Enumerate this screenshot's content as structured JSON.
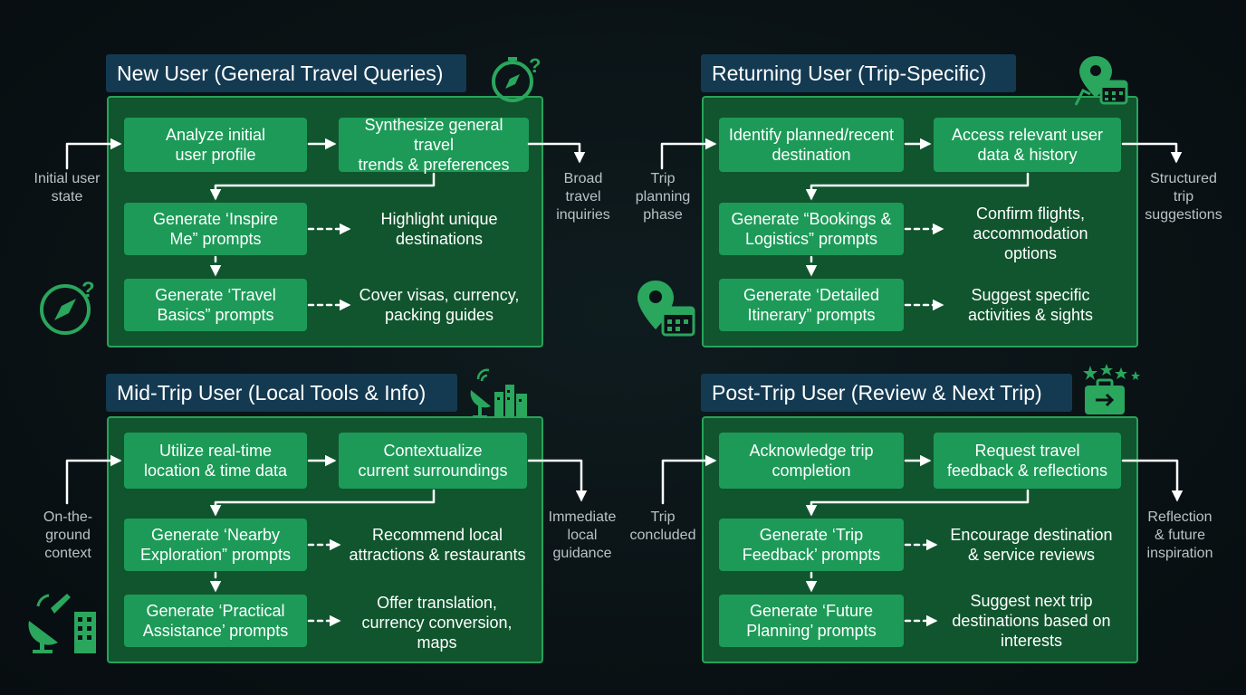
{
  "colors": {
    "background": "#0a1215",
    "title_bg": "#143a52",
    "panel_bg": "#10552e",
    "panel_border": "#28a35a",
    "box_bg": "#1d9a58",
    "arrow": "#ffffff",
    "side_text": "#b9c3c6"
  },
  "panels": {
    "new_user": {
      "title": "New User (General Travel Queries)",
      "input": "Initial user\nstate",
      "output": "Broad\ntravel\ninquiries",
      "step1": "Analyze initial\nuser profile",
      "step2": "Synthesize general travel\ntrends & preferences",
      "step3": "Generate ‘Inspire\nMe” prompts",
      "step3_note": "Highlight unique\ndestinations",
      "step4": "Generate ‘Travel\nBasics” prompts",
      "step4_note": "Cover visas, currency,\npacking guides",
      "icons": [
        "compass-question-icon",
        "compass-question-icon"
      ]
    },
    "returning_user": {
      "title": "Returning User (Trip-Specific)",
      "input": "Trip\nplanning\nphase",
      "output": "Structured\ntrip\nsuggestions",
      "step1": "Identify planned/recent\ndestination",
      "step2": "Access relevant user\ndata & history",
      "step3": "Generate “Bookings &\nLogistics” prompts",
      "step3_note": "Confirm flights,\naccommodation\noptions",
      "step4": "Generate ‘Detailed\nItinerary” prompts",
      "step4_note": "Suggest specific\nactivities & sights",
      "icons": [
        "map-pin-calendar-icon",
        "map-pin-calendar-icon"
      ]
    },
    "mid_trip_user": {
      "title": "Mid-Trip User (Local Tools & Info)",
      "input": "On-the-\nground\ncontext",
      "output": "Immediate\nlocal\nguidance",
      "step1": "Utilize real-time\nlocation & time data",
      "step2": "Contextualize\ncurrent surroundings",
      "step3": "Generate ‘Nearby\nExploration” prompts",
      "step3_note": "Recommend local\nattractions & restaurants",
      "step4": "Generate ‘Practical\nAssistance’ prompts",
      "step4_note": "Offer translation,\ncurrency conversion,\nmaps",
      "icons": [
        "satellite-city-icon",
        "satellite-city-icon"
      ]
    },
    "post_trip_user": {
      "title": "Post-Trip User (Review & Next Trip)",
      "input": "Trip\nconcluded",
      "output": "Reflection\n& future\ninspiration",
      "step1": "Acknowledge trip\ncompletion",
      "step2": "Request travel\nfeedback & reflections",
      "step3": "Generate ‘Trip\nFeedback’ prompts",
      "step3_note": "Encourage destination\n& service reviews",
      "step4": "Generate ‘Future\nPlanning’ prompts",
      "step4_note": "Suggest next trip\ndestinations based on\ninterests",
      "icons": [
        "suitcase-stars-icon"
      ]
    }
  }
}
